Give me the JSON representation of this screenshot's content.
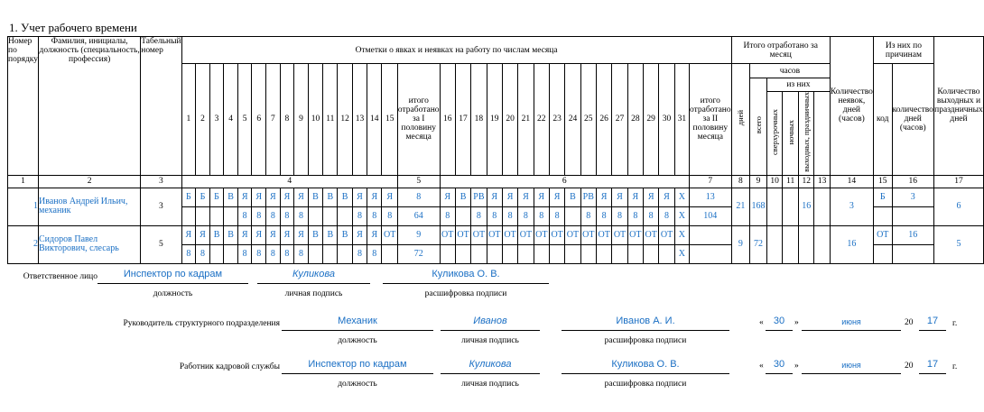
{
  "title": "1. Учет рабочего времени",
  "headers": {
    "c1": "Номер по порядку",
    "c2": "Фамилия, инициалы, должность (специальность, профессия)",
    "c3": "Табельный номер",
    "marks": "Отметки о явках и неявках на работу по числам месяца",
    "days1": [
      "1",
      "2",
      "3",
      "4",
      "5",
      "6",
      "7",
      "8",
      "9",
      "10",
      "11",
      "12",
      "13",
      "14",
      "15"
    ],
    "half1": "итого отработано за I половину месяца",
    "days2": [
      "16",
      "17",
      "18",
      "19",
      "20",
      "21",
      "22",
      "23",
      "24",
      "25",
      "26",
      "27",
      "28",
      "29",
      "30",
      "31"
    ],
    "half2": "итого отработано за II половину месяца",
    "total": "Итого отработано за месяц",
    "days": "дней",
    "hours": "часов",
    "all": "всего",
    "of_them": "из них",
    "overtime": "сверхурочных",
    "night": "ночных",
    "holiday": "выходных, праздничных",
    "c13": "",
    "absence": "Количество неявок, дней (часов)",
    "reasons": "Из них по причинам",
    "code": "код",
    "count": "количество дней (часов)",
    "weekends": "Количество выходных и праздничных дней",
    "numbers": [
      "1",
      "2",
      "3",
      "4",
      "5",
      "6",
      "7",
      "8",
      "9",
      "10",
      "11",
      "12",
      "13",
      "14",
      "15",
      "16",
      "17"
    ]
  },
  "rows": [
    {
      "n": "1",
      "name": "Иванов Андрей Ильич, механик",
      "tab": "3",
      "top1": [
        "Б",
        "Б",
        "Б",
        "В",
        "Я",
        "Я",
        "Я",
        "Я",
        "Я",
        "В",
        "В",
        "В",
        "Я",
        "Я",
        "Я"
      ],
      "half1_top": "8",
      "bot1": [
        "",
        "",
        "",
        "",
        "8",
        "8",
        "8",
        "8",
        "8",
        "",
        "",
        "",
        "8",
        "8",
        "8"
      ],
      "half1_bot": "64",
      "top2": [
        "Я",
        "В",
        "РВ",
        "Я",
        "Я",
        "Я",
        "Я",
        "Я",
        "В",
        "РВ",
        "Я",
        "Я",
        "Я",
        "Я",
        "Я",
        "Х"
      ],
      "half2_top": "13",
      "bot2": [
        "8",
        "",
        "8",
        "8",
        "8",
        "8",
        "8",
        "8",
        "",
        "8",
        "8",
        "8",
        "8",
        "8",
        "8",
        "Х"
      ],
      "half2_bot": "104",
      "days": "21",
      "hours": "168",
      "overtime": "",
      "night": "",
      "holiday": "16",
      "c13": "",
      "absence": "3",
      "code": "Б",
      "count": "3",
      "weekends": "6"
    },
    {
      "n": "2",
      "name": "Сидоров Павел Викторович, слесарь",
      "tab": "5",
      "top1": [
        "Я",
        "Я",
        "В",
        "В",
        "Я",
        "Я",
        "Я",
        "Я",
        "Я",
        "В",
        "В",
        "В",
        "Я",
        "Я",
        "ОТ"
      ],
      "half1_top": "9",
      "bot1": [
        "8",
        "8",
        "",
        "",
        "8",
        "8",
        "8",
        "8",
        "8",
        "",
        "",
        "",
        "8",
        "8",
        ""
      ],
      "half1_bot": "72",
      "top2": [
        "ОТ",
        "ОТ",
        "ОТ",
        "ОТ",
        "ОТ",
        "ОТ",
        "ОТ",
        "ОТ",
        "ОТ",
        "ОТ",
        "ОТ",
        "ОТ",
        "ОТ",
        "ОТ",
        "ОТ",
        "Х"
      ],
      "half2_top": "",
      "bot2": [
        "",
        "",
        "",
        "",
        "",
        "",
        "",
        "",
        "",
        "",
        "",
        "",
        "",
        "",
        "",
        "Х"
      ],
      "half2_bot": "",
      "days": "9",
      "hours": "72",
      "overtime": "",
      "night": "",
      "holiday": "",
      "c13": "",
      "absence": "16",
      "code": "ОТ",
      "count": "16",
      "weekends": "5"
    }
  ],
  "signatures": {
    "responsible": {
      "label": "Ответственное лицо",
      "position": "Инспектор по кадрам",
      "signature": "Куликова",
      "name": "Куликова О. В."
    },
    "head": {
      "label": "Руководитель структурного подразделения",
      "position": "Механик",
      "signature": "Иванов",
      "name": "Иванов А. И.",
      "day": "30",
      "month": "июня",
      "year": "17"
    },
    "hr": {
      "label": "Работник кадровой службы",
      "position": "Инспектор по кадрам",
      "signature": "Куликова",
      "name": "Куликова О. В.",
      "day": "30",
      "month": "июня",
      "year": "17"
    },
    "cap_position": "должность",
    "cap_signature": "личная подпись",
    "cap_name": "расшифровка подписи",
    "q_open": "«",
    "q_close": "»",
    "year_prefix": "20",
    "year_suffix": "г."
  }
}
